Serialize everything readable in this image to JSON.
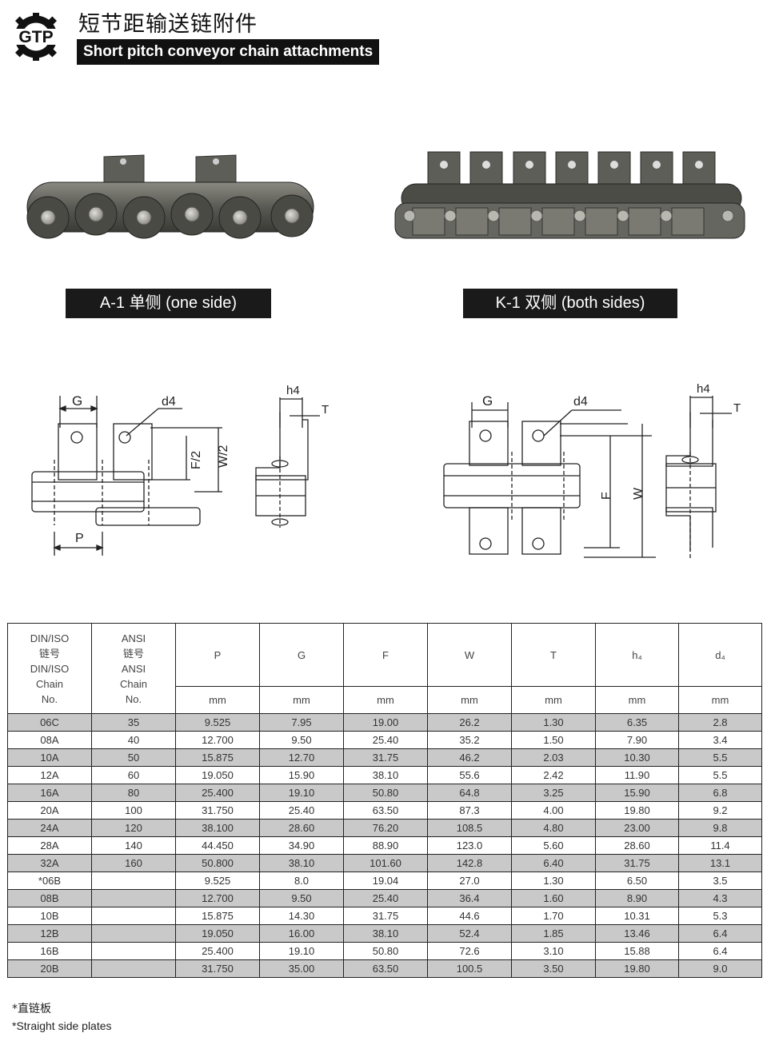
{
  "header": {
    "logo_text": "GTP",
    "title_cn": "短节距输送链附件",
    "title_en": "Short pitch conveyor chain attachments"
  },
  "captions": {
    "a1": "A-1 单侧 (one side)",
    "k1": "K-1 双侧 (both sides)"
  },
  "drawing_labels": {
    "g": "G",
    "d4": "d4",
    "f_half": "F/2",
    "w_half": "W/2",
    "p": "P",
    "h4": "h4",
    "t": "T",
    "f": "F",
    "w": "W"
  },
  "table": {
    "col_headers": {
      "din_iso": [
        "DIN/ISO",
        "链号",
        "DIN/ISO",
        "Chain",
        "No."
      ],
      "ansi": [
        "ANSI",
        "链号",
        "ANSI",
        "Chain",
        "No."
      ],
      "p": "P",
      "g": "G",
      "f": "F",
      "w": "W",
      "t": "T",
      "h4": "h₄",
      "d4": "d₄"
    },
    "unit": "mm",
    "rows": [
      [
        "06C",
        "35",
        "9.525",
        "7.95",
        "19.00",
        "26.2",
        "1.30",
        "6.35",
        "2.8"
      ],
      [
        "08A",
        "40",
        "12.700",
        "9.50",
        "25.40",
        "35.2",
        "1.50",
        "7.90",
        "3.4"
      ],
      [
        "10A",
        "50",
        "15.875",
        "12.70",
        "31.75",
        "46.2",
        "2.03",
        "10.30",
        "5.5"
      ],
      [
        "12A",
        "60",
        "19.050",
        "15.90",
        "38.10",
        "55.6",
        "2.42",
        "11.90",
        "5.5"
      ],
      [
        "16A",
        "80",
        "25.400",
        "19.10",
        "50.80",
        "64.8",
        "3.25",
        "15.90",
        "6.8"
      ],
      [
        "20A",
        "100",
        "31.750",
        "25.40",
        "63.50",
        "87.3",
        "4.00",
        "19.80",
        "9.2"
      ],
      [
        "24A",
        "120",
        "38.100",
        "28.60",
        "76.20",
        "108.5",
        "4.80",
        "23.00",
        "9.8"
      ],
      [
        "28A",
        "140",
        "44.450",
        "34.90",
        "88.90",
        "123.0",
        "5.60",
        "28.60",
        "11.4"
      ],
      [
        "32A",
        "160",
        "50.800",
        "38.10",
        "101.60",
        "142.8",
        "6.40",
        "31.75",
        "13.1"
      ],
      [
        "*06B",
        "",
        "9.525",
        "8.0",
        "19.04",
        "27.0",
        "1.30",
        "6.50",
        "3.5"
      ],
      [
        "08B",
        "",
        "12.700",
        "9.50",
        "25.40",
        "36.4",
        "1.60",
        "8.90",
        "4.3"
      ],
      [
        "10B",
        "",
        "15.875",
        "14.30",
        "31.75",
        "44.6",
        "1.70",
        "10.31",
        "5.3"
      ],
      [
        "12B",
        "",
        "19.050",
        "16.00",
        "38.10",
        "52.4",
        "1.85",
        "13.46",
        "6.4"
      ],
      [
        "16B",
        "",
        "25.400",
        "19.10",
        "50.80",
        "72.6",
        "3.10",
        "15.88",
        "6.4"
      ],
      [
        "20B",
        "",
        "31.750",
        "35.00",
        "63.50",
        "100.5",
        "3.50",
        "19.80",
        "9.0"
      ]
    ]
  },
  "notes": {
    "cn": "*直链板",
    "en": "*Straight side plates"
  }
}
